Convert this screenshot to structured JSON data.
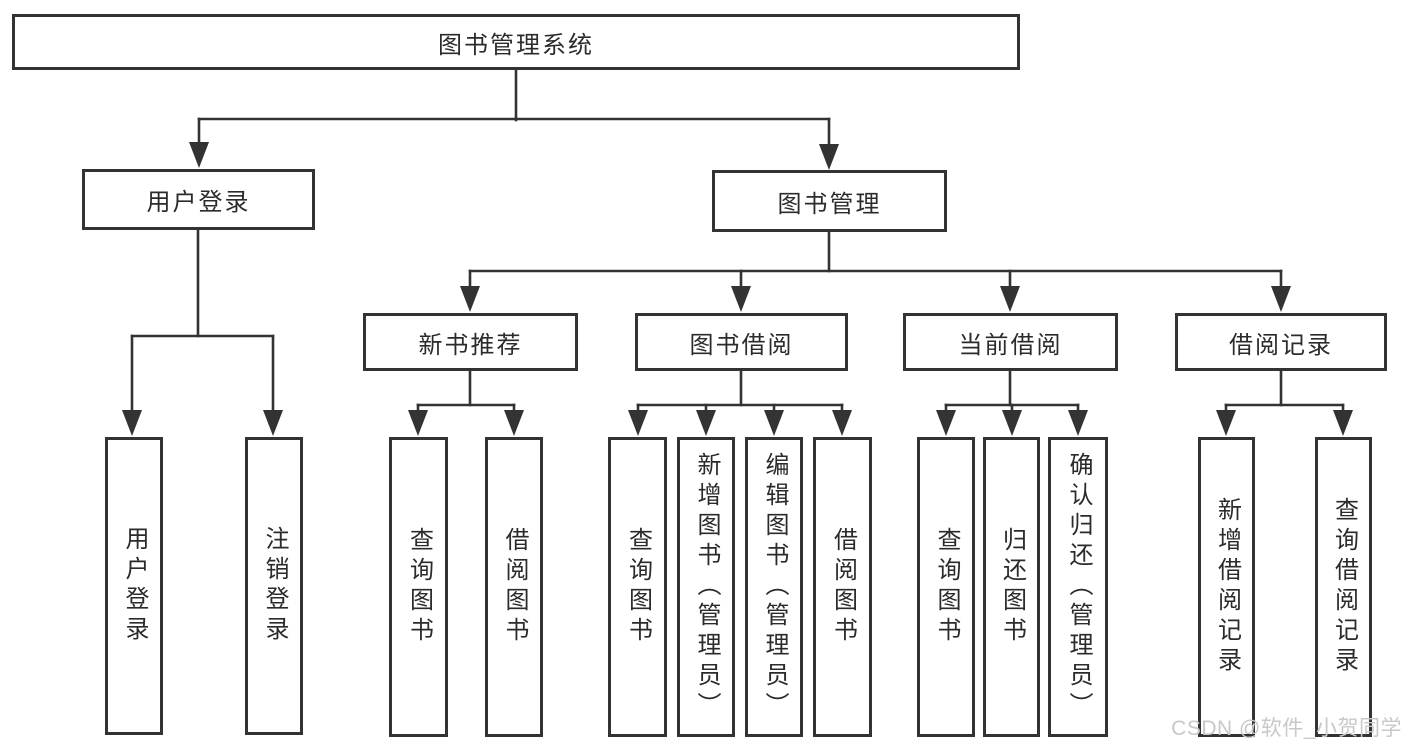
{
  "diagram": {
    "root": {
      "label": "图书管理系统"
    },
    "user_login": {
      "label": "用户登录",
      "children": [
        "用户登录",
        "注销登录"
      ]
    },
    "book_management": {
      "label": "图书管理",
      "sections": {
        "new_book_recommend": {
          "label": "新书推荐",
          "children": [
            "查询图书",
            "借阅图书"
          ]
        },
        "book_borrowing": {
          "label": "图书借阅",
          "children": [
            "查询图书",
            "新增图书（管理员）",
            "编辑图书（管理员）",
            "借阅图书"
          ]
        },
        "current_borrowing": {
          "label": "当前借阅",
          "children": [
            "查询图书",
            "归还图书",
            "确认归还（管理员）"
          ]
        },
        "borrowing_records": {
          "label": "借阅记录",
          "children": [
            "新增借阅记录",
            "查询借阅记录"
          ]
        }
      }
    }
  },
  "watermark": {
    "text": "CSDN @软件_小贺同学"
  },
  "colors": {
    "line": "#333333",
    "text": "#2b2b2b",
    "background": "#ffffff",
    "watermark": "#c8c8c8"
  }
}
